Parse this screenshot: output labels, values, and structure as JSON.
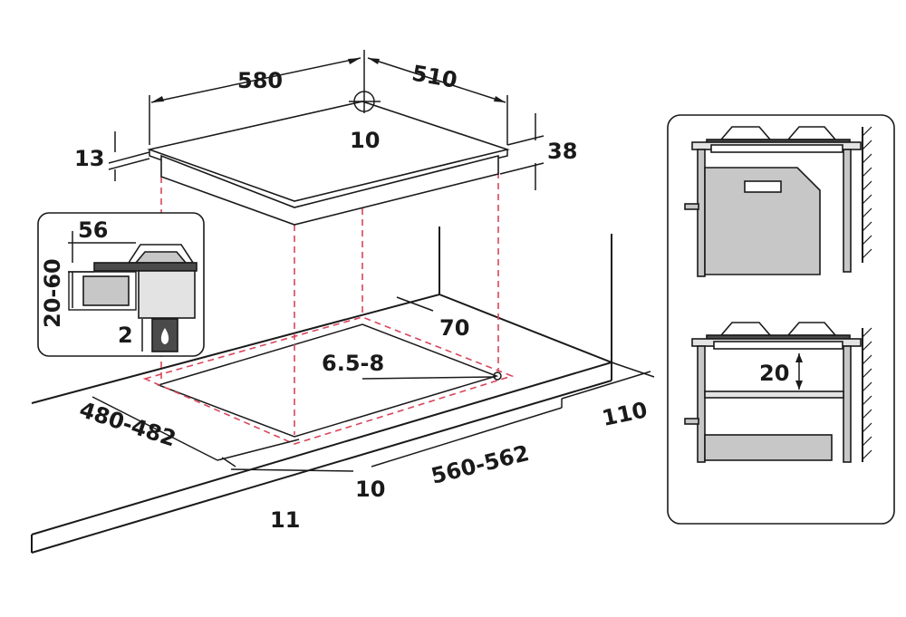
{
  "main_drawing": {
    "width_label": "580",
    "depth_label": "510",
    "gas_inlet_label": "10",
    "glass_thickness_label": "13",
    "total_height_label": "38",
    "rear_clearance_label": "70",
    "corner_radius_label": "6.5-8",
    "cutout_depth_label": "480-482",
    "cutout_width_label": "560-562",
    "rear_wall_distance_label": "110",
    "front_margin_label": "10",
    "front_edge_label": "11"
  },
  "inset_left": {
    "depth_label": "56",
    "clearance_label": "20-60",
    "gap_label": "2"
  },
  "inset_right": {
    "clearance_label": "20"
  },
  "colors": {
    "line": "#1a1a1a",
    "cutout_dash": "#d9455a",
    "appliance_grey": "#c7c7c7"
  }
}
